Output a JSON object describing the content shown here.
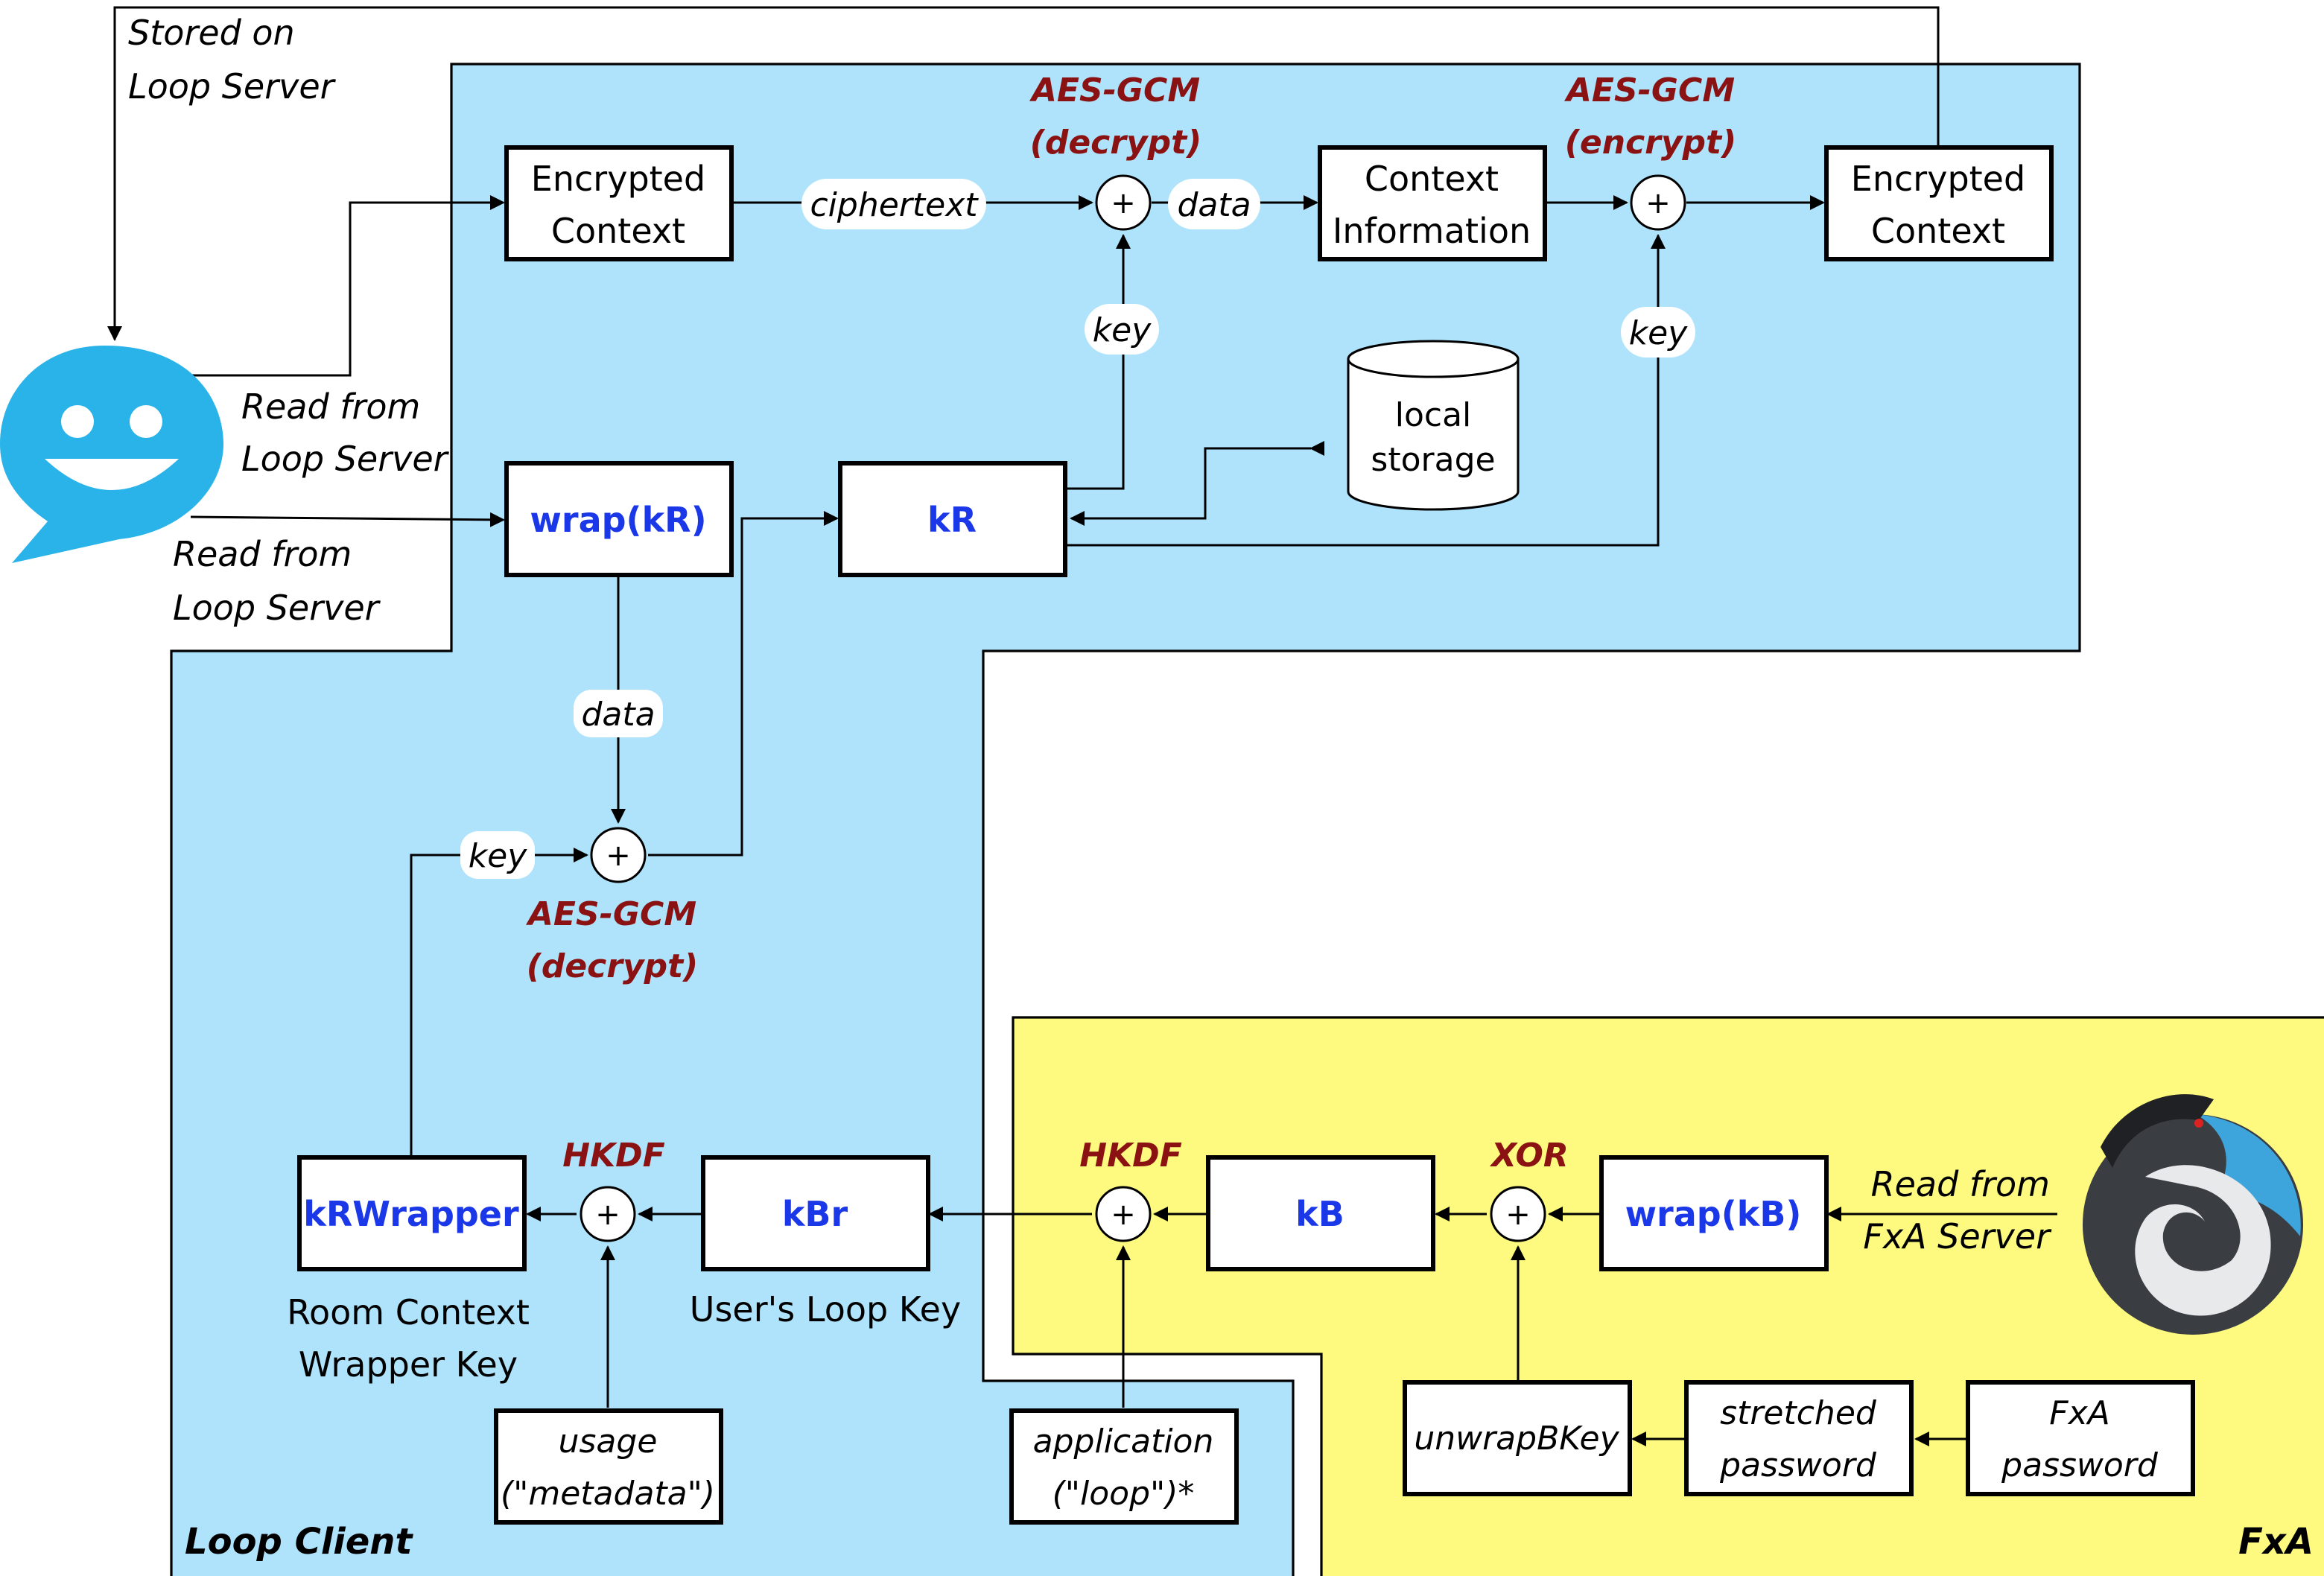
{
  "colors": {
    "loop_region": "#aee3fb",
    "fxa_region": "#fdfa7f",
    "key_text": "#1a37e8",
    "operation_text": "#8b1212",
    "loop_logo": "#29b3e8"
  },
  "regions": {
    "loop_client": "Loop Client",
    "fxa": "FxA"
  },
  "boxes": {
    "encrypted_context_in": [
      "Encrypted",
      "Context"
    ],
    "context_information": [
      "Context",
      "Information"
    ],
    "encrypted_context_out": [
      "Encrypted",
      "Context"
    ],
    "wrap_kr": "wrap(kR)",
    "kr": "kR",
    "local_storage": [
      "local",
      "storage"
    ],
    "krwrapper": "kRWrapper",
    "kbr": "kBr",
    "kb": "kB",
    "wrap_kb": "wrap(kB)",
    "usage": [
      "usage",
      "(\"metadata\")"
    ],
    "application": [
      "application",
      "(\"loop\")*"
    ],
    "unwrapbkey": "unwrapBKey",
    "stretched_password": [
      "stretched",
      "password"
    ],
    "fxa_password": [
      "FxA",
      "password"
    ]
  },
  "operations": {
    "aes_decrypt_top": [
      "AES-GCM",
      "(decrypt)"
    ],
    "aes_encrypt_top": [
      "AES-GCM",
      "(encrypt)"
    ],
    "aes_decrypt_mid": [
      "AES-GCM",
      "(decrypt)"
    ],
    "hkdf_left": "HKDF",
    "hkdf_right": "HKDF",
    "xor": "XOR",
    "combine_symbol": "+"
  },
  "edge_labels": {
    "ciphertext": "ciphertext",
    "data_top": "data",
    "key_decrypt": "key",
    "key_encrypt": "key",
    "data_mid": "data",
    "key_mid": "key"
  },
  "annotations": {
    "stored_on_loop_server": [
      "Stored on",
      "Loop Server"
    ],
    "read_from_loop_server_1": [
      "Read from",
      "Loop Server"
    ],
    "read_from_loop_server_2": [
      "Read from",
      "Loop Server"
    ],
    "read_from_fxa_server": [
      "Read from",
      "FxA Server"
    ],
    "room_context_wrapper_key": [
      "Room Context",
      "Wrapper Key"
    ],
    "users_loop_key": "User's Loop Key"
  },
  "icons": {
    "loop": "loop-chat-bubble-icon",
    "fxa": "firefox-accounts-logo-icon"
  }
}
